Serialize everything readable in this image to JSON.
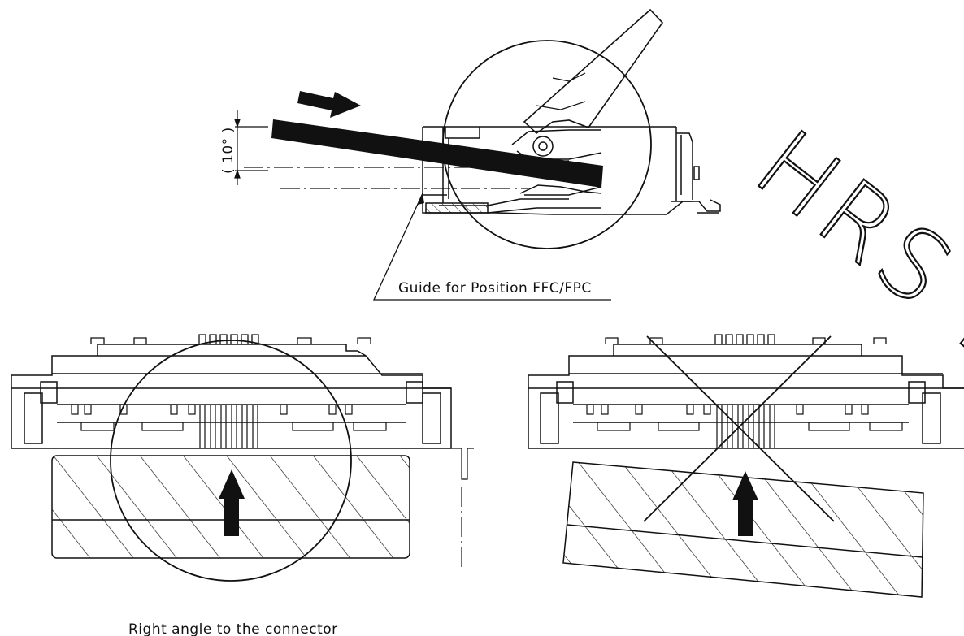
{
  "labels": {
    "angle": "( 10° )",
    "guide": "Guide for Position FFC/FPC",
    "right_angle": "Right angle to the connector",
    "watermark": "HRS DRA"
  },
  "colors": {
    "line": "#111111",
    "background": "#ffffff"
  }
}
